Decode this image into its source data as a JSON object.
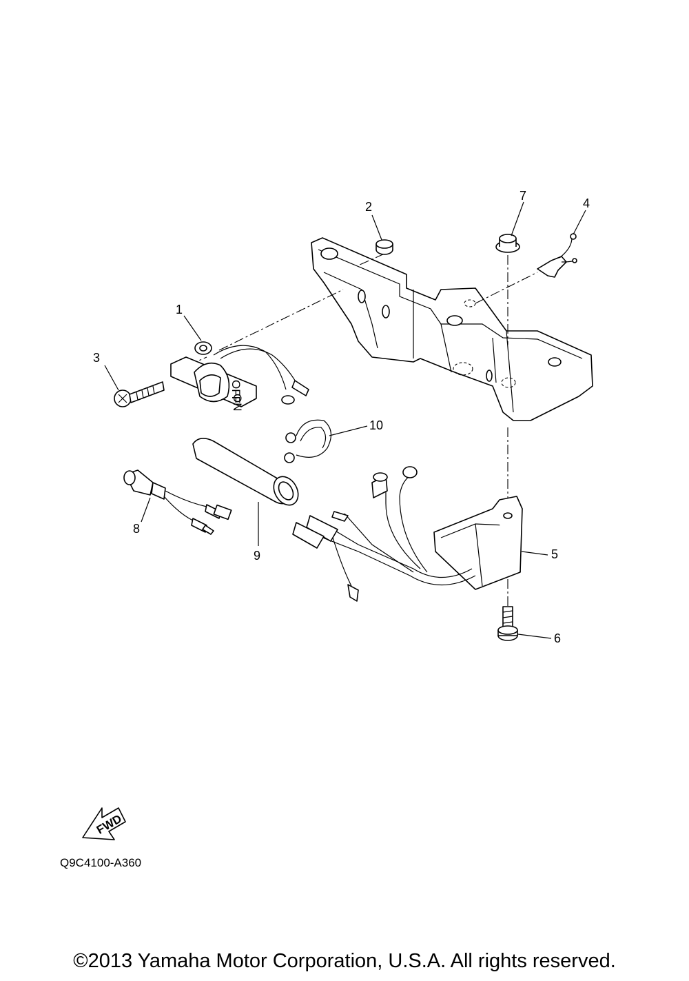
{
  "diagram": {
    "callouts": [
      {
        "id": "1",
        "label": "1"
      },
      {
        "id": "2",
        "label": "2"
      },
      {
        "id": "3",
        "label": "3"
      },
      {
        "id": "4",
        "label": "4"
      },
      {
        "id": "5",
        "label": "5"
      },
      {
        "id": "6",
        "label": "6"
      },
      {
        "id": "7",
        "label": "7"
      },
      {
        "id": "8",
        "label": "8"
      },
      {
        "id": "9",
        "label": "9"
      },
      {
        "id": "10",
        "label": "10"
      }
    ],
    "switch_labels": {
      "off": "OFF",
      "on": "ON"
    },
    "fwd_arrow_label": "FWD",
    "figure_code": "Q9C4100-A360"
  },
  "footer": {
    "copyright": "©2013 Yamaha Motor Corporation, U.S.A. All rights reserved."
  }
}
